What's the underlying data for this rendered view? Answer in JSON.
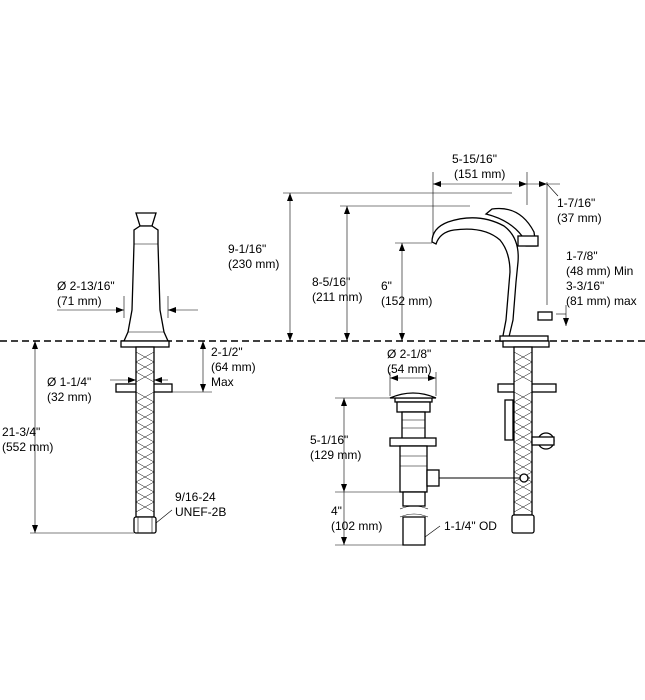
{
  "labels": {
    "spout_reach_in": "5-15/16\"",
    "spout_reach_mm": "(151 mm)",
    "handle_offset_in": "1-7/16\"",
    "handle_offset_mm": "(37 mm)",
    "clearance_in": "1-7/8\"",
    "clearance_mm_min": "(48 mm) Min",
    "clearance_max_in": "3-3/16\"",
    "clearance_max_mm": "(81 mm) max",
    "overall_height_in": "9-1/16\"",
    "overall_height_mm": "(230 mm)",
    "spout_height_in": "8-5/16\"",
    "spout_height_mm": "(211 mm)",
    "outlet_height_in": "6\"",
    "outlet_height_mm": "(152 mm)",
    "base_dia_in": "Ø 2-13/16\"",
    "base_dia_mm": "(71 mm)",
    "deck_thick_in": "2-1/2\"",
    "deck_thick_mm": "(64 mm)",
    "deck_thick_max": "Max",
    "shank_dia_in": "Ø 1-1/4\"",
    "shank_dia_mm": "(32 mm)",
    "supply_len_in": "21-3/4\"",
    "supply_len_mm": "(552 mm)",
    "thread_spec": "9/16-24",
    "thread_spec2": "UNEF-2B",
    "drain_dia_in": "Ø 2-1/8\"",
    "drain_dia_mm": "(54 mm)",
    "drain_len_in": "5-1/16\"",
    "drain_len_mm": "(129 mm)",
    "tail_len_in": "4\"",
    "tail_len_mm": "(102 mm)",
    "tail_od": "1-1/4\" OD"
  }
}
